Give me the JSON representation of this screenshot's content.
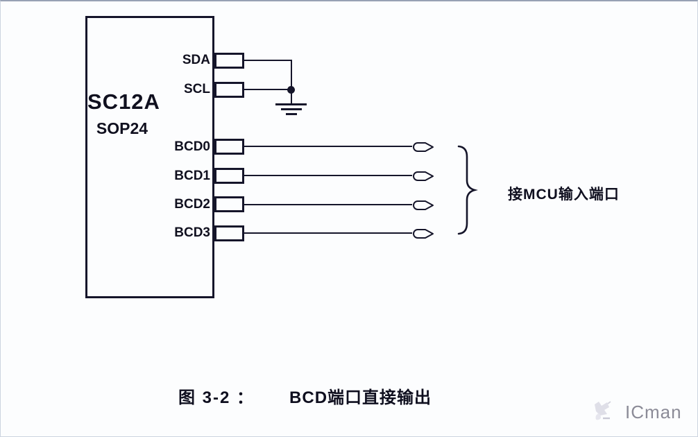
{
  "chip": {
    "name": "SC12A",
    "package": "SOP24"
  },
  "pins": [
    "SDA",
    "SCL",
    "BCD0",
    "BCD1",
    "BCD2",
    "BCD3"
  ],
  "annotation": "接MCU输入端口",
  "caption": {
    "label": "图  3-2  ：",
    "title": "BCD端口直接输出"
  },
  "watermark": {
    "brand": "ICman"
  },
  "colors": {
    "line": "#15152a",
    "text": "#0f0f1f",
    "watermark_text": "#8b8b97",
    "background": "#fcfdfe"
  }
}
